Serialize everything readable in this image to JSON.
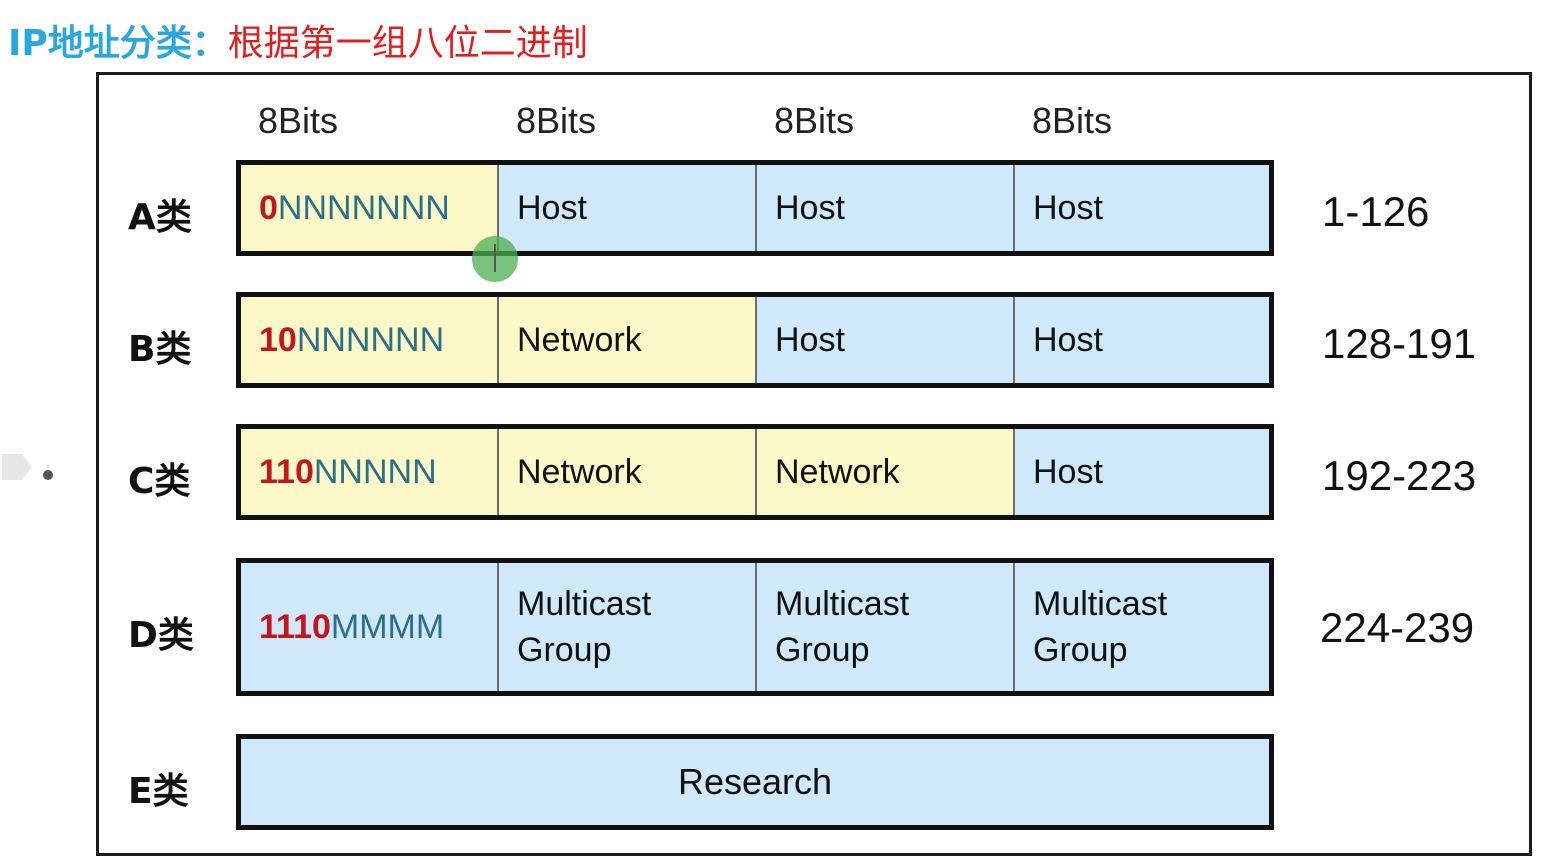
{
  "title": {
    "part1": "IP地址分类：",
    "part2": "根据第一组八位二进制"
  },
  "bit_headers": [
    "8Bits",
    "8Bits",
    "8Bits",
    "8Bits"
  ],
  "classes": [
    {
      "label": "A类",
      "prefix_bits": "0",
      "prefix_rest": "NNNNNNN",
      "fields": [
        "Host",
        "Host",
        "Host"
      ],
      "range": "1-126"
    },
    {
      "label": "B类",
      "prefix_bits": "10",
      "prefix_rest": "NNNNNN",
      "fields": [
        "Network",
        "Host",
        "Host"
      ],
      "range": "128-191"
    },
    {
      "label": "C类",
      "prefix_bits": "110",
      "prefix_rest": "NNNNN",
      "fields": [
        "Network",
        "Network",
        "Host"
      ],
      "range": "192-223"
    },
    {
      "label": "D类",
      "prefix_bits": "1110",
      "prefix_rest": "MMMM",
      "fields": [
        "Multicast Group",
        "Multicast Group",
        "Multicast Group"
      ],
      "range": "224-239"
    },
    {
      "label": "E类",
      "research": "Research"
    }
  ],
  "colors": {
    "network_fill": "#fcf8c8",
    "host_fill": "#cfe8fa",
    "prefix_bits": "#c3161c",
    "prefix_rest": "#2b6f89",
    "title_blue": "#29a8e0",
    "title_red": "#e02020"
  }
}
